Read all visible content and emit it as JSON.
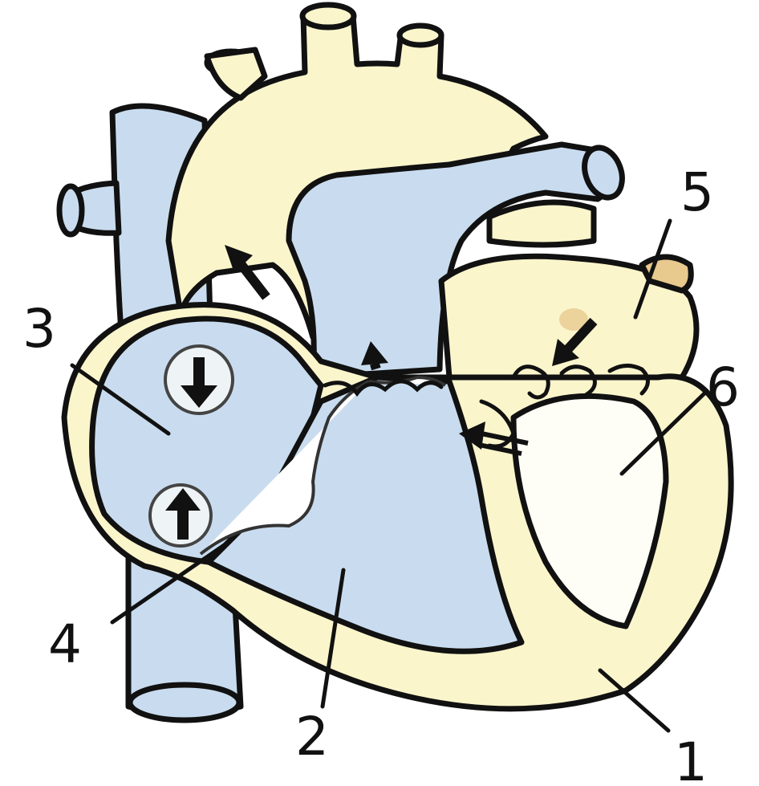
{
  "labels": {
    "l1": "1",
    "l2": "2",
    "l3": "3",
    "l4": "4",
    "l5": "5",
    "l6": "6"
  },
  "colors": {
    "deoxygenated": "#c9dcef",
    "oxygenated": "#fbf5cc",
    "outline": "#111111",
    "tinted_patch": "#e8c98e"
  }
}
